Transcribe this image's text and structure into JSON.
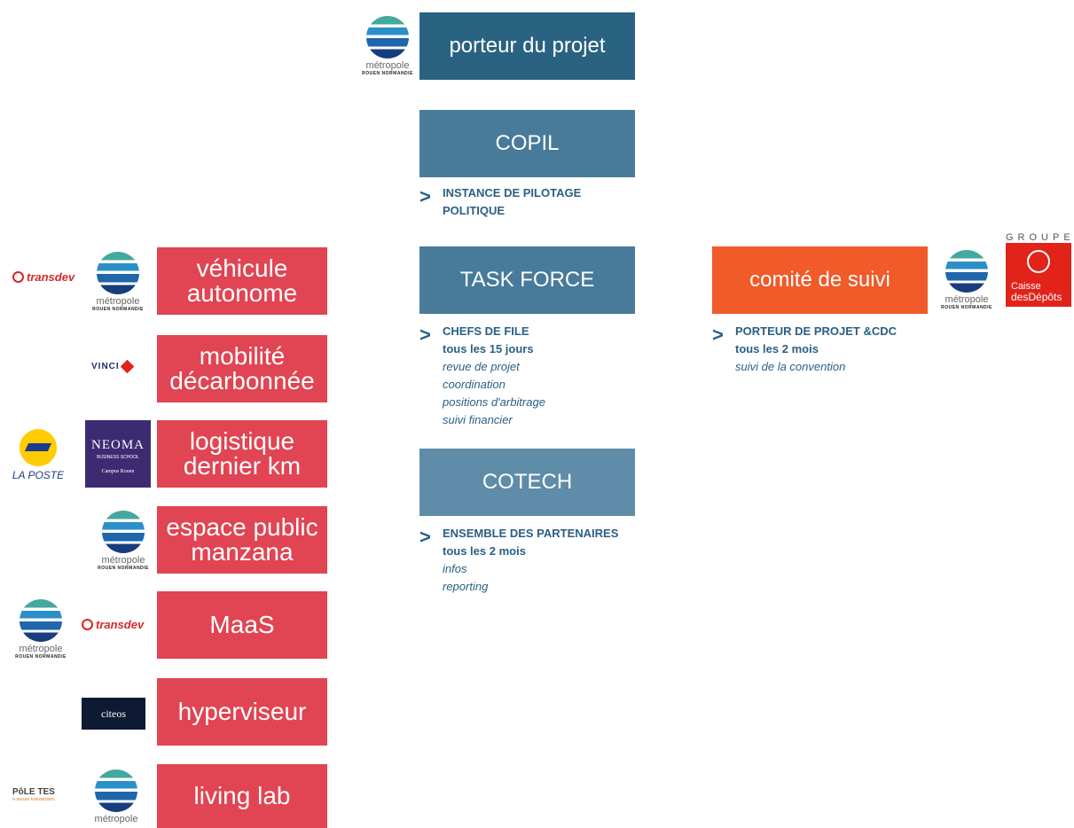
{
  "center": {
    "porteur": "porteur du projet",
    "copil": "COPIL",
    "copil_note": [
      "INSTANCE DE PILOTAGE",
      "POLITIQUE"
    ],
    "taskforce": "TASK FORCE",
    "taskforce_note": {
      "title": "CHEFS DE FILE",
      "freq": "tous les 15 jours",
      "items": [
        "revue de projet",
        "coordination",
        "positions d'arbitrage",
        "suivi financier"
      ]
    },
    "cotech": "COTECH",
    "cotech_note": {
      "title": "ENSEMBLE DES PARTENAIRES",
      "freq": "tous les 2 mois",
      "items": [
        "infos",
        "reporting"
      ]
    }
  },
  "suivi": {
    "label": "comité de suivi",
    "note_title": "PORTEUR DE PROJET &CDC",
    "note_freq": "tous les 2 mois",
    "note_item": "suivi de la convention"
  },
  "workpackages": [
    "véhicule\nautonome",
    "mobilité\ndécarbonnée",
    "logistique\ndernier km",
    "espace public\nmanzana",
    "MaaS",
    "hyperviseur",
    "living lab"
  ],
  "logos": {
    "metropole": "métropole",
    "metropole_sub": "ROUEN NORMANDIE",
    "transdev": "transdev",
    "vinci": "VINCI",
    "laposte": "LA POSTE",
    "neoma": "NEOMA",
    "neoma_sub": "BUSINESS SCHOOL",
    "neoma_campus": "Campus Rouen",
    "citeos": "citeos",
    "poletes": "PôLE TES",
    "poletes_sub": "e-secure transactions",
    "cdc_groupe": "GROUPE",
    "cdc_1": "Caisse",
    "cdc_2": "desDépôts"
  },
  "colors": {
    "blue_dark": "#2a6282",
    "blue_mid": "#477b99",
    "orange": "#f15a29",
    "red": "#e14452"
  }
}
